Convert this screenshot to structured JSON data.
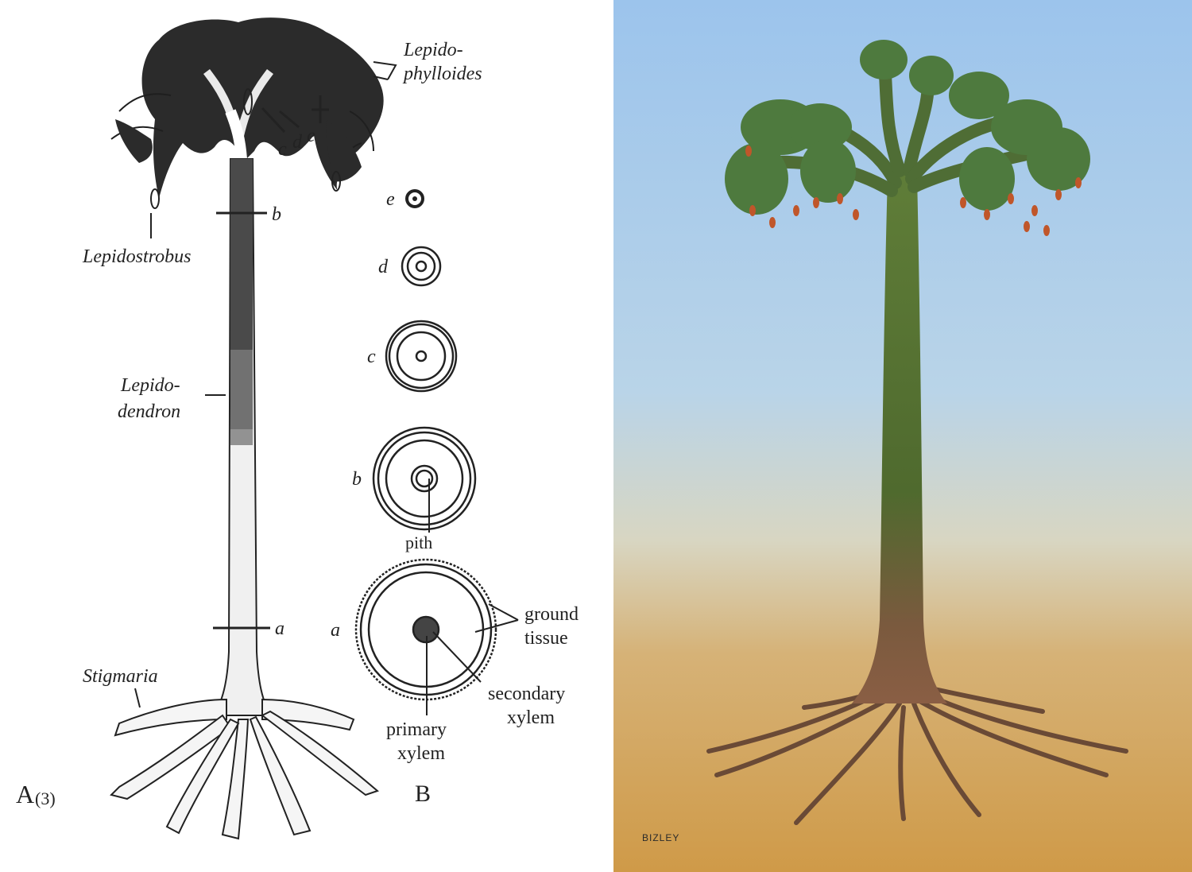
{
  "diagram": {
    "labels": {
      "lepidophylloides_line1": "Lepido-",
      "lepidophylloides_line2": "phylloides",
      "lepidostrobus": "Lepidostrobus",
      "lepidodendron_line1": "Lepido-",
      "lepidodendron_line2": "dendron",
      "stigmaria": "Stigmaria",
      "panel_a": "A",
      "panel_a_scale": "(3)",
      "panel_b": "B",
      "pith": "pith",
      "ground_tissue_line1": "ground",
      "ground_tissue_line2": "tissue",
      "secondary_xylem_line1": "secondary",
      "secondary_xylem_line2": "xylem",
      "primary_xylem_line1": "primary",
      "primary_xylem_line2": "xylem"
    },
    "section_markers": {
      "a": "a",
      "b": "b",
      "c": "c",
      "d": "d",
      "e": "e"
    },
    "cross_section_labels": {
      "e": "e",
      "d": "d",
      "c": "c",
      "b": "b",
      "a": "a"
    }
  },
  "painting": {
    "signature": "BIZLEY",
    "colors": {
      "sky_top": "#9cc4ec",
      "sky_mid": "#c3d8e2",
      "ground": "#cf9a48",
      "foliage": "#4e7a3e",
      "trunk": "#5f7d38",
      "trunk_base": "#7a5a3e",
      "cones": "#c0562a"
    }
  }
}
